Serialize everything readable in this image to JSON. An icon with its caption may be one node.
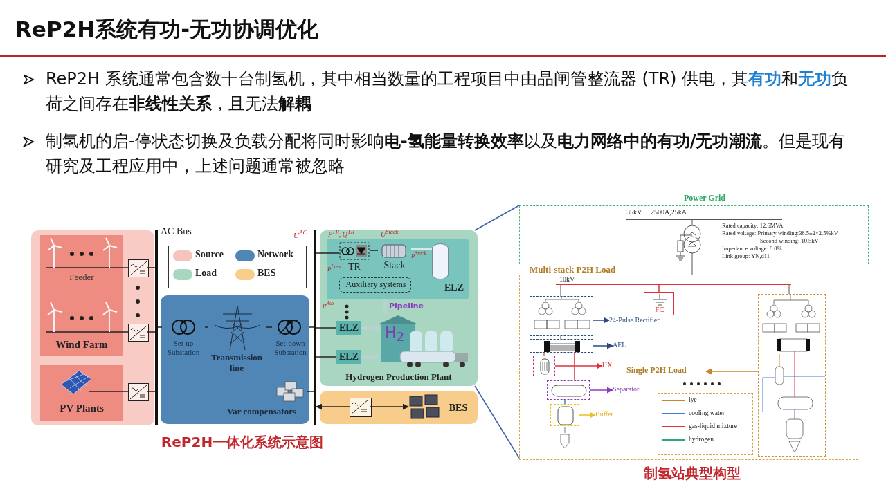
{
  "diagram": {
    "title": "ReP2H系统有功-无功协调优化",
    "nodes": [
      {
        "text": [],
        "shape": "box"
      },
      {
        "text": [
          "Feeder",
          "Wind Farm"
        ],
        "in": 0
      },
      {
        "text": [
          "PV Plants"
        ],
        "in": 0
      },
      {
        "text": [],
        "shape": "box",
        "in": 0
      },
      {
        "text": [],
        "shape": "box",
        "in": 0
      },
      {
        "text": [],
        "shape": "box",
        "in": 0
      },
      {
        "text": [],
        "shape": "bar",
        "beside": [
          "AC Bus"
        ]
      },
      {
        "text": [],
        "shape": "box"
      },
      {
        "text": [
          "Set-up Substation"
        ],
        "in": 7
      },
      {
        "text": [
          "Transmission line"
        ],
        "in": 7
      },
      {
        "text": [
          "Set-down Substation"
        ],
        "in": 7
      },
      {
        "text": [
          "Var compensators"
        ],
        "in": 7
      },
      {
        "text": [],
        "shape": "bar",
        "beside": [
          "U$^{AC}$"
        ]
      },
      {
        "text": [
          "Hydrogen Production Plant"
        ]
      },
      {
        "text": [
          "ELZ"
        ],
        "in": 13
      },
      {
        "text": [
          "TR"
        ],
        "in": 14
      },
      {
        "text": [
          "Stack"
        ],
        "in": 14
      },
      {
        "text": [
          "Auxiliary systems"
        ],
        "in": 14
      },
      {
        "text": [],
        "shape": "cylinder",
        "in": 14
      },
      {
        "text": [
          "ELZ"
        ],
        "in": 13
      },
      {
        "text": [
          "ELZ"
        ],
        "in": 13
      },
      {
        "text": [
          "H$_{2}$"
        ],
        "in": 13
      },
      {
        "text": [
          "BES"
        ]
      },
      {
        "text": [],
        "shape": "box",
        "in": 22
      },
      {
        "text": [],
        "shape": "picture",
        "in": 22
      },
      {
        "text": [
          "Power Grid"
        ]
      },
      {
        "text": [
          "Multi-stack P2H Load"
        ]
      },
      {
        "text": [
          "10kV"
        ],
        "in": 26
      },
      {
        "text": [
          "FC"
        ],
        "in": 26
      },
      {
        "text": [],
        "shape": "box",
        "in": 26
      },
      {
        "text": [
          "24-Pulse Rectifier"
        ],
        "in": 26
      },
      {
        "text": [],
        "shape": "box",
        "in": 26
      },
      {
        "text": [
          "AEL"
        ],
        "in": 26
      },
      {
        "text": [],
        "shape": "box",
        "in": 26
      },
      {
        "text": [
          "HX"
        ],
        "in": 26
      },
      {
        "text": [],
        "shape": "box",
        "in": 26
      },
      {
        "text": [
          "Separator"
        ],
        "in": 26
      },
      {
        "text": [],
        "shape": "box",
        "in": 26
      },
      {
        "text": [
          "Buffer"
        ],
        "in": 26
      },
      {
        "text": [
          "Single P2H Load"
        ],
        "in": 26
      },
      {
        "text": [],
        "shape": "box",
        "in": 26
      }
    ],
    "edges": [
      {
        "from": 1,
        "to": 3,
        "arrow": "none"
      },
      {
        "from": 1,
        "to": 4,
        "arrow": "none"
      },
      {
        "from": 2,
        "to": 5,
        "arrow": "none"
      },
      {
        "from": 3,
        "to": 6,
        "arrow": "none"
      },
      {
        "from": 4,
        "to": 6,
        "arrow": "none"
      },
      {
        "from": 5,
        "to": 6,
        "arrow": "none"
      },
      {
        "from": 6,
        "to": 8,
        "arrow": "none"
      },
      {
        "from": 8,
        "to": 9,
        "arrow": "none"
      },
      {
        "from": 9,
        "to": 10,
        "arrow": "none"
      },
      {
        "from": 10,
        "to": 12,
        "arrow": "none"
      },
      {
        "from": 11,
        "to": 12,
        "arrow": "none"
      },
      {
        "from": 12,
        "to": 15,
        "arrow": "none"
      },
      {
        "from": 15,
        "to": 16,
        "arrow": "none"
      },
      {
        "from": 16,
        "to": 18,
        "arrow": "none",
        "color": "#f4f8fb"
      },
      {
        "from": 12,
        "to": 19,
        "arrow": "none"
      },
      {
        "from": 12,
        "to": 20,
        "arrow": "none"
      },
      {
        "from": 14,
        "to": 21,
        "arrow": "none",
        "label": "Pipeline",
        "style": "thick",
        "color": "#b7d3d0"
      },
      {
        "from": 19,
        "to": 21,
        "arrow": "none",
        "style": "thick",
        "color": "#b7d3d0"
      },
      {
        "from": 20,
        "to": 21,
        "arrow": "none",
        "style": "thick",
        "color": "#b7d3d0"
      },
      {
        "from": 23,
        "to": 12,
        "arrow": "to"
      },
      {
        "from": 23,
        "to": 24,
        "arrow": "to"
      },
      {
        "from": 13,
        "to": 25,
        "arrow": "none",
        "color": "#3a5fa8"
      },
      {
        "from": 13,
        "to": 26,
        "arrow": "none",
        "color": "#3a5fa8"
      },
      {
        "from": 25,
        "to": 27,
        "arrow": "none",
        "color": "#8a8a8a"
      },
      {
        "from": 27,
        "to": 28,
        "arrow": "none",
        "color": "#e0303a"
      },
      {
        "from": 27,
        "to": 29,
        "arrow": "none",
        "color": "#8a8a8a"
      },
      {
        "from": 27,
        "to": 40,
        "arrow": "none",
        "color": "#8a8a8a"
      },
      {
        "from": 29,
        "to": 30,
        "arrow": "to",
        "color": "#2c4a80"
      },
      {
        "from": 31,
        "to": 32,
        "arrow": "to",
        "color": "#2c4a80"
      },
      {
        "from": 33,
        "to": 34,
        "arrow": "to",
        "color": "#e0303a"
      },
      {
        "from": 35,
        "to": 36,
        "arrow": "to",
        "color": "#8a3cc0"
      },
      {
        "from": 37,
        "to": 38,
        "arrow": "to",
        "color": "#e8c020"
      },
      {
        "from": 40,
        "to": 39,
        "arrow": "to",
        "color": "#c8862a"
      },
      {
        "from": 29,
        "to": 31,
        "arrow": "none",
        "color": "#8a8a8a"
      },
      {
        "from": 31,
        "to": 33,
        "arrow": "none",
        "color": "#c8862a"
      },
      {
        "from": 31,
        "to": 35,
        "arrow": "none",
        "color": "#e0303a"
      },
      {
        "from": 35,
        "to": 37,
        "arrow": "none",
        "color": "#3a7fd0"
      }
    ],
    "labels": [
      "ReP2H 系统通常包含数十台制氢机，其中相当数量的工程项目中由晶闸管整流器 (TR) 供电，其**有功**和**无功**负荷之间存在**非线性关系**，且无法**解耦**",
      "制氢机的启-停状态切换及负载分配将同时影响**电-氢能量转换效率**以及**电力网络中的有功/无功潮流**。但是现有研究及工程应用中，上述问题通常被忽略",
      "P$^{TR}$, Q$^{TR}$",
      "U$^{Stack}$",
      "P$^{Stack}$",
      "P$^{Loss}$",
      "P$^{Aux}$",
      "35kV",
      "2500A,25kA",
      "Rated capacity: 12.6MVA",
      "Rated voltage: Primary winding:38.5±2×2.5%kV",
      "Second winding: 10.5kV",
      "Impedance voltage: 8.0%",
      "Link group: YN,d11",
      "ReP2H一体化系统示意图",
      "制氢站典型构型"
    ],
    "legend": [
      {
        "text": "Source",
        "color": "#f6c4bd"
      },
      {
        "text": "Network",
        "color": "#4f86b5"
      },
      {
        "text": "Load",
        "color": "#a8d7c0"
      },
      {
        "text": "BES",
        "color": "#f9cd8c"
      },
      {
        "text": "lye"
      },
      {
        "text": "cooling water"
      },
      {
        "text": "gas-liquid mixture"
      },
      {
        "text": "hydrogen"
      }
    ]
  }
}
